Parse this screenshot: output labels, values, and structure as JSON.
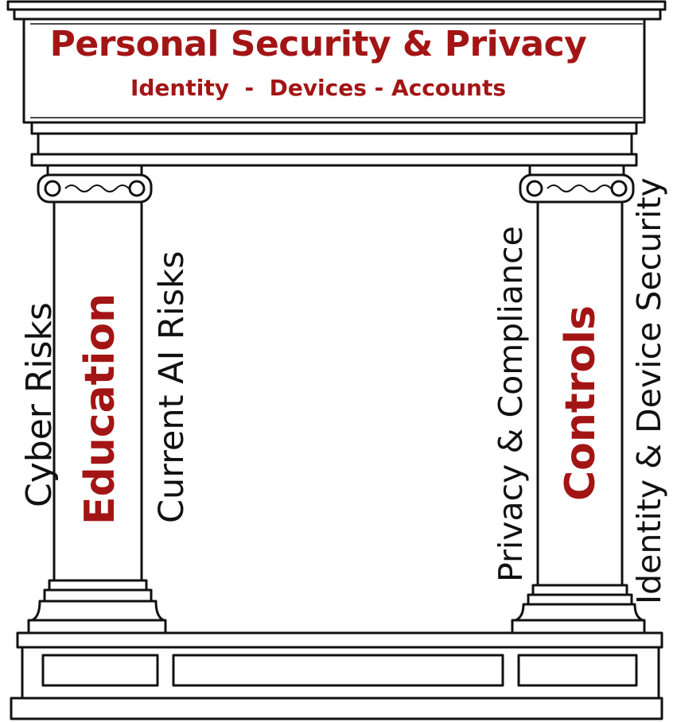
{
  "header": {
    "title": "Personal Security & Privacy",
    "subtitle": "Identity  -  Devices - Accounts"
  },
  "left_pillar": {
    "label": "Education",
    "outer_text": "Cyber Risks",
    "inner_text": "Current AI Risks"
  },
  "right_pillar": {
    "label": "Controls",
    "inner_text": "Privacy & Compliance",
    "outer_text": "Identity & Device Security"
  },
  "colors": {
    "accent": "#a31515",
    "ink": "#111111",
    "background": "#ffffff"
  }
}
